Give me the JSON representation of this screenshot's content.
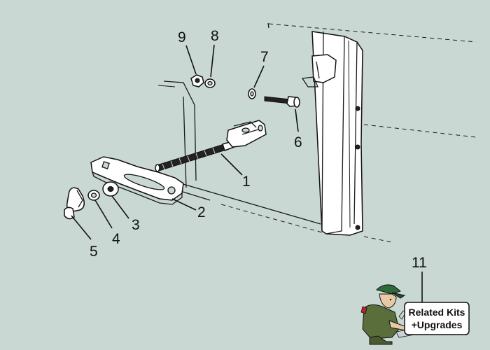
{
  "callouts": {
    "c1": "1",
    "c2": "2",
    "c3": "3",
    "c4": "4",
    "c5": "5",
    "c6": "6",
    "c7": "7",
    "c8": "8",
    "c9": "9",
    "c11": "11"
  },
  "kits_badge": {
    "line1": "Related Kits",
    "line2": "+Upgrades"
  },
  "colors": {
    "background": "#c9d8d3",
    "line": "#111111",
    "part_fill": "#f6f6f1"
  }
}
